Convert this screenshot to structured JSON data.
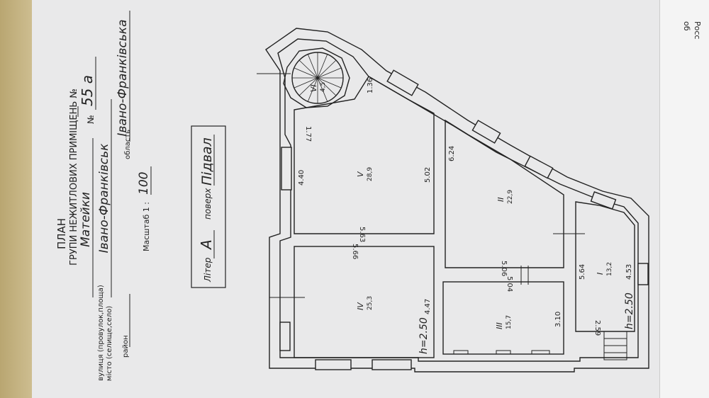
{
  "header": {
    "title": "ПЛАН",
    "subtitle": "ГРУПИ НЕЖИТЛОВИХ ПРИМІЩЕНЬ №"
  },
  "address": {
    "street_label": "вулиця (провулок,площа)",
    "street_value": "Матейки",
    "number_label": "№",
    "number_value": "55 а",
    "city_label": "місто (селище,село)",
    "city_value": "Івано-Франківськ",
    "district_label": "район",
    "region_label": "область",
    "region_value": "Івано-Франківська"
  },
  "scale": {
    "label": "Масштаб 1 :",
    "value": "100"
  },
  "stamp": {
    "liter_label": "Літер",
    "liter_value": "А",
    "floor_label": "поверх",
    "floor_value": "Підвал"
  },
  "rooms": [
    {
      "id": "I",
      "area": "13,2"
    },
    {
      "id": "II",
      "area": "22,9"
    },
    {
      "id": "III",
      "area": "15,7"
    },
    {
      "id": "IV",
      "area": "25,3"
    },
    {
      "id": "V",
      "area": "28,9"
    },
    {
      "id": "VI",
      "area": "4,5"
    }
  ],
  "dimensions": {
    "stair_1": "1.36",
    "stair_2": "1.77",
    "d_440": "4.40",
    "d_502": "5.02",
    "d_563": "5.63",
    "d_566": "5.66",
    "d_447": "4.47",
    "h_left": "h=2.50",
    "d_624": "6.24",
    "d_506": "5.06",
    "d_504": "5.04",
    "d_310": "3.10",
    "d_564": "5.64",
    "d_453": "4.53",
    "d_259": "2.59",
    "h_right": "h=2.50"
  },
  "second_sheet_text": [
    "Росс",
    "об"
  ]
}
